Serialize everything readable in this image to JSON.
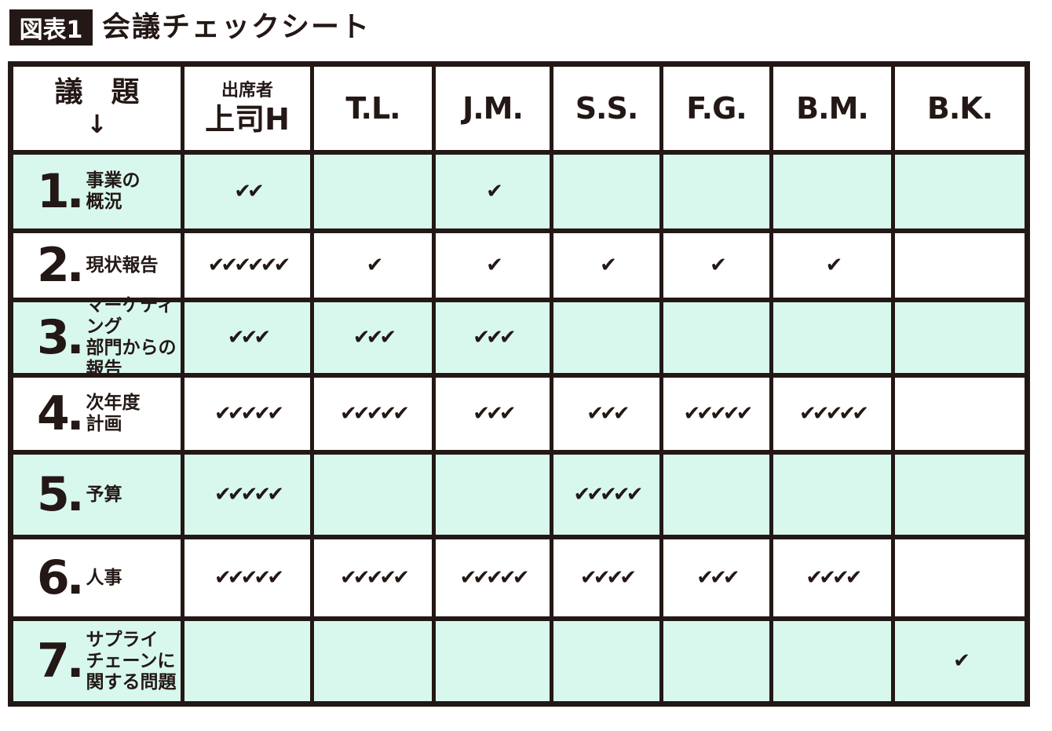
{
  "figure": {
    "label": "図表1",
    "title": "会議チェックシート"
  },
  "header": {
    "topic": "議　題",
    "topic_arrow": "↓",
    "attendees_label": "出席者",
    "attendees": [
      "上司H",
      "T.L.",
      "J.M.",
      "S.S.",
      "F.G.",
      "B.M.",
      "B.K."
    ]
  },
  "check_glyph": "✔",
  "colors": {
    "shaded_row": "#d8f8ee",
    "ink": "#231815"
  },
  "rows": [
    {
      "num": "1.",
      "label": "事業の\n概況",
      "checks": [
        2,
        0,
        1,
        0,
        0,
        0,
        0
      ]
    },
    {
      "num": "2.",
      "label": "現状報告",
      "checks": [
        6,
        1,
        1,
        1,
        1,
        1,
        0
      ]
    },
    {
      "num": "3.",
      "label": "マーケティング\n部門からの報告",
      "checks": [
        3,
        3,
        3,
        0,
        0,
        0,
        0
      ]
    },
    {
      "num": "4.",
      "label": "次年度\n計画",
      "checks": [
        5,
        5,
        3,
        3,
        5,
        5,
        0
      ]
    },
    {
      "num": "5.",
      "label": "予算",
      "checks": [
        5,
        0,
        0,
        5,
        0,
        0,
        0
      ]
    },
    {
      "num": "6.",
      "label": "人事",
      "checks": [
        5,
        5,
        5,
        4,
        3,
        4,
        0
      ]
    },
    {
      "num": "7.",
      "label": "サプライ\nチェーンに\n関する問題",
      "checks": [
        0,
        0,
        0,
        0,
        0,
        0,
        1
      ]
    }
  ]
}
